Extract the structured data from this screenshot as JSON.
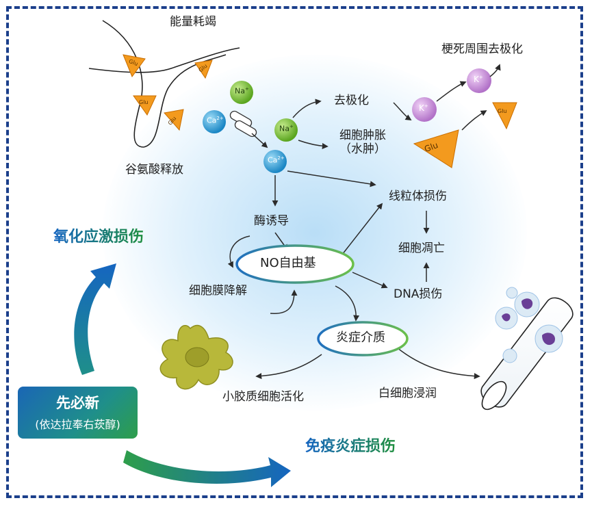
{
  "labels": {
    "energy_depletion": "能量耗竭",
    "glutamate_release": "谷氨酸释放",
    "depolarization": "去极化",
    "cell_swelling": "细胞肿胀",
    "edema": "（水肿）",
    "peri_infarct_depolarization": "梗死周围去极化",
    "mitochondrial_damage": "线粒体损伤",
    "enzyme_induction": "酶诱导",
    "no_free_radical": "NO自由基",
    "apoptosis": "细胞凋亡",
    "membrane_degradation": "细胞膜降解",
    "dna_damage": "DNA损伤",
    "inflammatory_mediators": "炎症介质",
    "microglia_activation": "小胶质细胞活化",
    "leukocyte_infiltration": "白细胞浸润",
    "oxidative_stress": "氧化应激损伤",
    "immune_inflammatory": "免疫炎症损伤"
  },
  "drug": {
    "name": "先必新",
    "generic": "(依达拉奉右莰醇)"
  },
  "ions": {
    "na": "Na",
    "ca": "Ca",
    "k": "K",
    "na_sup": "+",
    "ca_sup": "2+",
    "k_sup": "+"
  },
  "glu": "Glu",
  "colors": {
    "border": "#1b3f8b",
    "arrow": "#2b2b2b",
    "na_green": "#7cc23a",
    "ca_blue": "#2fa3d9",
    "k_purple": "#c58bd6",
    "glu_orange": "#f39a1e",
    "ellipse_blue": "#1f6fc0",
    "ellipse_green": "#6cc04a",
    "microglia": "#b8b83a"
  }
}
